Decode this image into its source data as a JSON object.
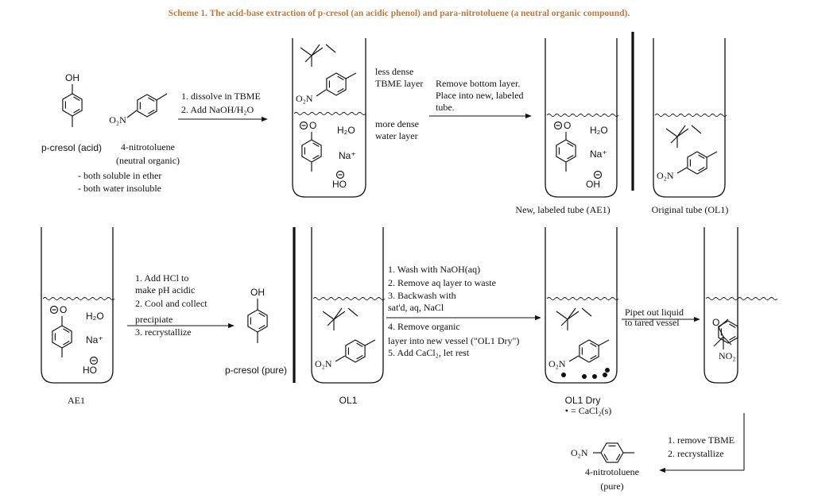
{
  "title": "Scheme 1. The acid-base extraction of p-cresol (an acidic phenol) and para-nitrotoluene (a neutral organic compound).",
  "labels": {
    "oh": "OH",
    "o2n": "O₂N",
    "no2": "NO₂",
    "h2o": "H₂O",
    "na": "Na⁺",
    "ho": "HO",
    "oh_minus": "OH",
    "o_minus": "O",
    "o": "O",
    "cacl2_dot": "• = CaCl₂(s)"
  },
  "top": {
    "pcresol_label": "p-cresol (acid)",
    "nitro_label": "4-nitrotoluene",
    "nitro_sub": "(neutral organic)",
    "notes": [
      "- both soluble in ether",
      "- both water insoluble"
    ],
    "step_a": [
      "1. dissolve in TBME",
      "2. Add NaOH/H₂O"
    ],
    "layer_top": [
      "less dense",
      "TBME layer"
    ],
    "layer_bottom": [
      "more dense",
      "water layer"
    ],
    "step_b": [
      "Remove bottom layer.",
      "Place into new, labeled",
      "tube."
    ],
    "ae1_caption": "New, labeled tube (AE1)",
    "ol1_caption": "Original tube (OL1)"
  },
  "bottom": {
    "ae1_caption": "AE1",
    "step_c": [
      "1. Add HCl to",
      "make pH acidic",
      "2. Cool and collect",
      "precipiate",
      "3. recrystallize"
    ],
    "pcresol_pure": "p-cresol (pure)",
    "ol1_caption": "OL1",
    "step_d": [
      "1. Wash with NaOH(aq)",
      "2. Remove aq layer to waste",
      "3. Backwash with",
      "sat'd, aq, NaCl",
      "4. Remove organic",
      "layer into new vessel (\"OL1 Dry\")",
      "5. Add CaCl₂, let rest"
    ],
    "dry_caption": "OL1 Dry",
    "step_e": [
      "Pipet out liquid",
      "to tared vessel"
    ],
    "step_f": [
      "1. remove TBME",
      "2. recrystallize"
    ],
    "final_label": [
      "4-nitrotoluene",
      "(pure)"
    ]
  }
}
